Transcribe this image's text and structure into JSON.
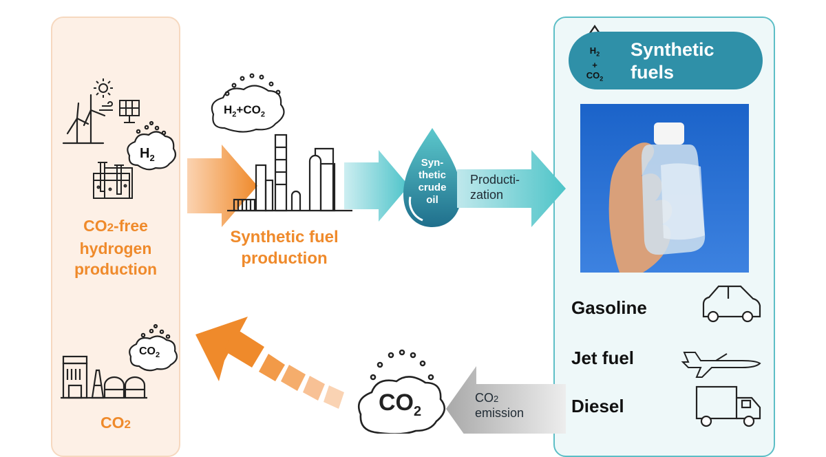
{
  "left_panel": {
    "h2_label": "H",
    "h2_sub": "2",
    "hydrogen_title_line1_prefix": "CO",
    "hydrogen_title_line1_sub": "2",
    "hydrogen_title_line1_suffix": "-free",
    "hydrogen_title_line2": "hydrogen",
    "hydrogen_title_line3": "production",
    "co2_cloud_prefix": "CO",
    "co2_cloud_sub": "2",
    "co2_label_prefix": "CO",
    "co2_label_sub": "2"
  },
  "center": {
    "cloud_h": "H",
    "cloud_h_sub": "2",
    "cloud_plus_co": "+CO",
    "cloud_co_sub": "2",
    "synthetic_fuel_line1": "Synthetic fuel",
    "synthetic_fuel_line2": "production",
    "drop_line1": "Syn-",
    "drop_line2": "thetic",
    "drop_line3": "crude",
    "drop_line4": "oil",
    "productization_line1": "Producti-",
    "productization_line2": "zation",
    "co2_big_prefix": "CO",
    "co2_big_sub": "2",
    "emission_line1_prefix": "CO",
    "emission_line1_sub": "2",
    "emission_line2": "emission"
  },
  "right_panel": {
    "banner_line1": "Synthetic",
    "banner_line2": "fuels",
    "badge_h": "H",
    "badge_h_sub": "2",
    "badge_plus": "+",
    "badge_co": "CO",
    "badge_co_sub": "2",
    "fuels": [
      {
        "label": "Gasoline",
        "icon": "car-icon"
      },
      {
        "label": "Jet fuel",
        "icon": "airplane-icon"
      },
      {
        "label": "Diesel",
        "icon": "truck-icon"
      }
    ]
  },
  "colors": {
    "orange": "#ef8a2b",
    "teal": "#2f90a8",
    "teal_light": "#5cbec6",
    "gray_arrow": "#b9b9b9"
  }
}
